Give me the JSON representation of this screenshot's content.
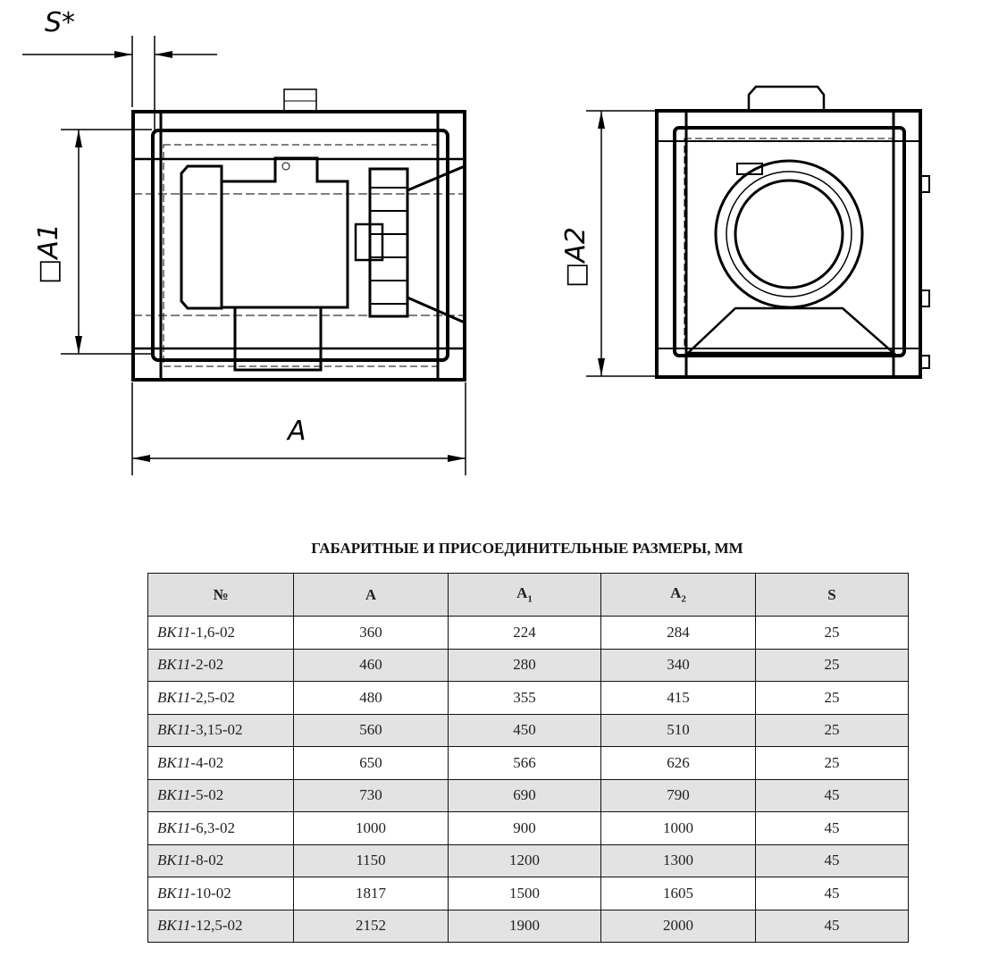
{
  "drawing": {
    "labels": {
      "s": "S*",
      "a1": "□A1",
      "a2": "□A2",
      "a": "A"
    }
  },
  "table": {
    "title": "ГАБАРИТНЫЕ И ПРИСОЕДИНИТЕЛЬНЫЕ РАЗМЕРЫ, ММ",
    "headers": {
      "no": "№",
      "a": "A",
      "a1_base": "A",
      "a1_sub": "1",
      "a2_base": "A",
      "a2_sub": "2",
      "s": "S"
    },
    "rows": [
      {
        "prefix": "ВК11",
        "suffix": "-1,6-02",
        "A": "360",
        "A1": "224",
        "A2": "284",
        "S": "25"
      },
      {
        "prefix": "ВК11",
        "suffix": "-2-02",
        "A": "460",
        "A1": "280",
        "A2": "340",
        "S": "25"
      },
      {
        "prefix": "ВК11",
        "suffix": "-2,5-02",
        "A": "480",
        "A1": "355",
        "A2": "415",
        "S": "25"
      },
      {
        "prefix": "ВК11",
        "suffix": "-3,15-02",
        "A": "560",
        "A1": "450",
        "A2": "510",
        "S": "25"
      },
      {
        "prefix": "ВК11",
        "suffix": "-4-02",
        "A": "650",
        "A1": "566",
        "A2": "626",
        "S": "25"
      },
      {
        "prefix": "ВК11",
        "suffix": "-5-02",
        "A": "730",
        "A1": "690",
        "A2": "790",
        "S": "45"
      },
      {
        "prefix": "ВК11",
        "suffix": "-6,3-02",
        "A": "1000",
        "A1": "900",
        "A2": "1000",
        "S": "45"
      },
      {
        "prefix": "ВК11",
        "suffix": "-8-02",
        "A": "1150",
        "A1": "1200",
        "A2": "1300",
        "S": "45"
      },
      {
        "prefix": "ВК11",
        "suffix": "-10-02",
        "A": "1817",
        "A1": "1500",
        "A2": "1605",
        "S": "45"
      },
      {
        "prefix": "ВК11",
        "suffix": "-12,5-02",
        "A": "2152",
        "A1": "1900",
        "A2": "2000",
        "S": "45"
      }
    ]
  }
}
